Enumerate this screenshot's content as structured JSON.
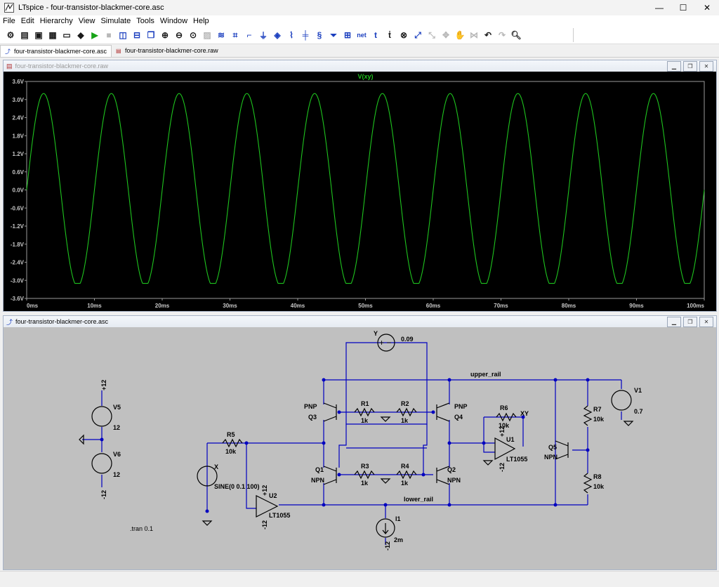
{
  "window": {
    "title": "LTspice - four-transistor-blackmer-core.asc"
  },
  "menu": [
    "File",
    "Edit",
    "Hierarchy",
    "View",
    "Simulate",
    "Tools",
    "Window",
    "Help"
  ],
  "toolbar_icons": [
    "settings",
    "open-folder",
    "open",
    "save",
    "print",
    "hierarchy-ascend",
    "run",
    "halt",
    "horizontal-tile",
    "vertical-tile",
    "cascade",
    "zoom-in",
    "zoom-out",
    "zoom-fit",
    "zoom-back",
    "autorange",
    "pan",
    "wire",
    "ground",
    "label-net",
    "resistor",
    "capacitor",
    "inductor",
    "diode",
    "component",
    "net-label",
    "text",
    "spice-directive",
    "delete",
    "duplicate",
    "move",
    "drag",
    "undo",
    "redo",
    "rotate",
    "mirror",
    "find"
  ],
  "tabs": [
    {
      "label": "four-transistor-blackmer-core.asc"
    },
    {
      "label": "four-transistor-blackmer-core.raw"
    }
  ],
  "waveform_window": {
    "title": "four-transistor-blackmer-core.raw"
  },
  "schematic_window": {
    "title": "four-transistor-blackmer-core.asc"
  },
  "chart_data": {
    "type": "line",
    "title": "V(xy)",
    "series": [
      {
        "name": "V(xy)",
        "color": "#1ec31e",
        "frequency_hz": 100,
        "amplitude": 3.2,
        "clip_level": -3.1
      }
    ],
    "xlim": [
      0,
      100
    ],
    "ylim": [
      -3.6,
      3.6
    ],
    "x_ticks": [
      "0ms",
      "10ms",
      "20ms",
      "30ms",
      "40ms",
      "50ms",
      "60ms",
      "70ms",
      "80ms",
      "90ms",
      "100ms"
    ],
    "y_ticks": [
      "3.6V",
      "3.0V",
      "2.4V",
      "1.8V",
      "1.2V",
      "0.6V",
      "0.0V",
      "-0.6V",
      "-1.2V",
      "-1.8V",
      "-2.4V",
      "-3.0V",
      "-3.6V"
    ],
    "y_tick_values": [
      3.6,
      3.0,
      2.4,
      1.8,
      1.2,
      0.6,
      0.0,
      -0.6,
      -1.2,
      -1.8,
      -2.4,
      -3.0,
      -3.6
    ],
    "grid": false
  },
  "schematic": {
    "labels": {
      "y_source": "Y",
      "y_value": "0.09",
      "upper_rail": "upper_rail",
      "lower_rail": "lower_rail",
      "v1": "V1",
      "v1_value": "0.7",
      "v5": "V5",
      "v5_value": "12",
      "v5_plus": "+12",
      "v6": "V6",
      "v6_value": "12",
      "v6_minus": "-12",
      "r1": "R1",
      "r1v": "1k",
      "r2": "R2",
      "r2v": "1k",
      "r3": "R3",
      "r3v": "1k",
      "r4": "R4",
      "r4v": "1k",
      "r5": "R5",
      "r5v": "10k",
      "r6": "R6",
      "r6v": "10k",
      "r7": "R7",
      "r7v": "10k",
      "r8": "R8",
      "r8v": "10k",
      "q1": "Q1",
      "q1t": "NPN",
      "q2": "Q2",
      "q2t": "NPN",
      "q3": "Q3",
      "q3t": "PNP",
      "q4": "Q4",
      "q4t": "PNP",
      "q5": "Q5",
      "q5t": "NPN",
      "u1": "U1",
      "u1t": "LT1055",
      "u2": "U2",
      "u2t": "LT1055",
      "xy": "XY",
      "x_source": "X",
      "x_value": "SINE(0 0.1 100)",
      "i1": "I1",
      "i1_value": "2m",
      "i1_minus": "-12",
      "u1_plus": "+12",
      "u1_minus": "-12",
      "u2_plus": "+12",
      "u2_minus": "-12",
      "tran": ".tran 0.1"
    }
  }
}
